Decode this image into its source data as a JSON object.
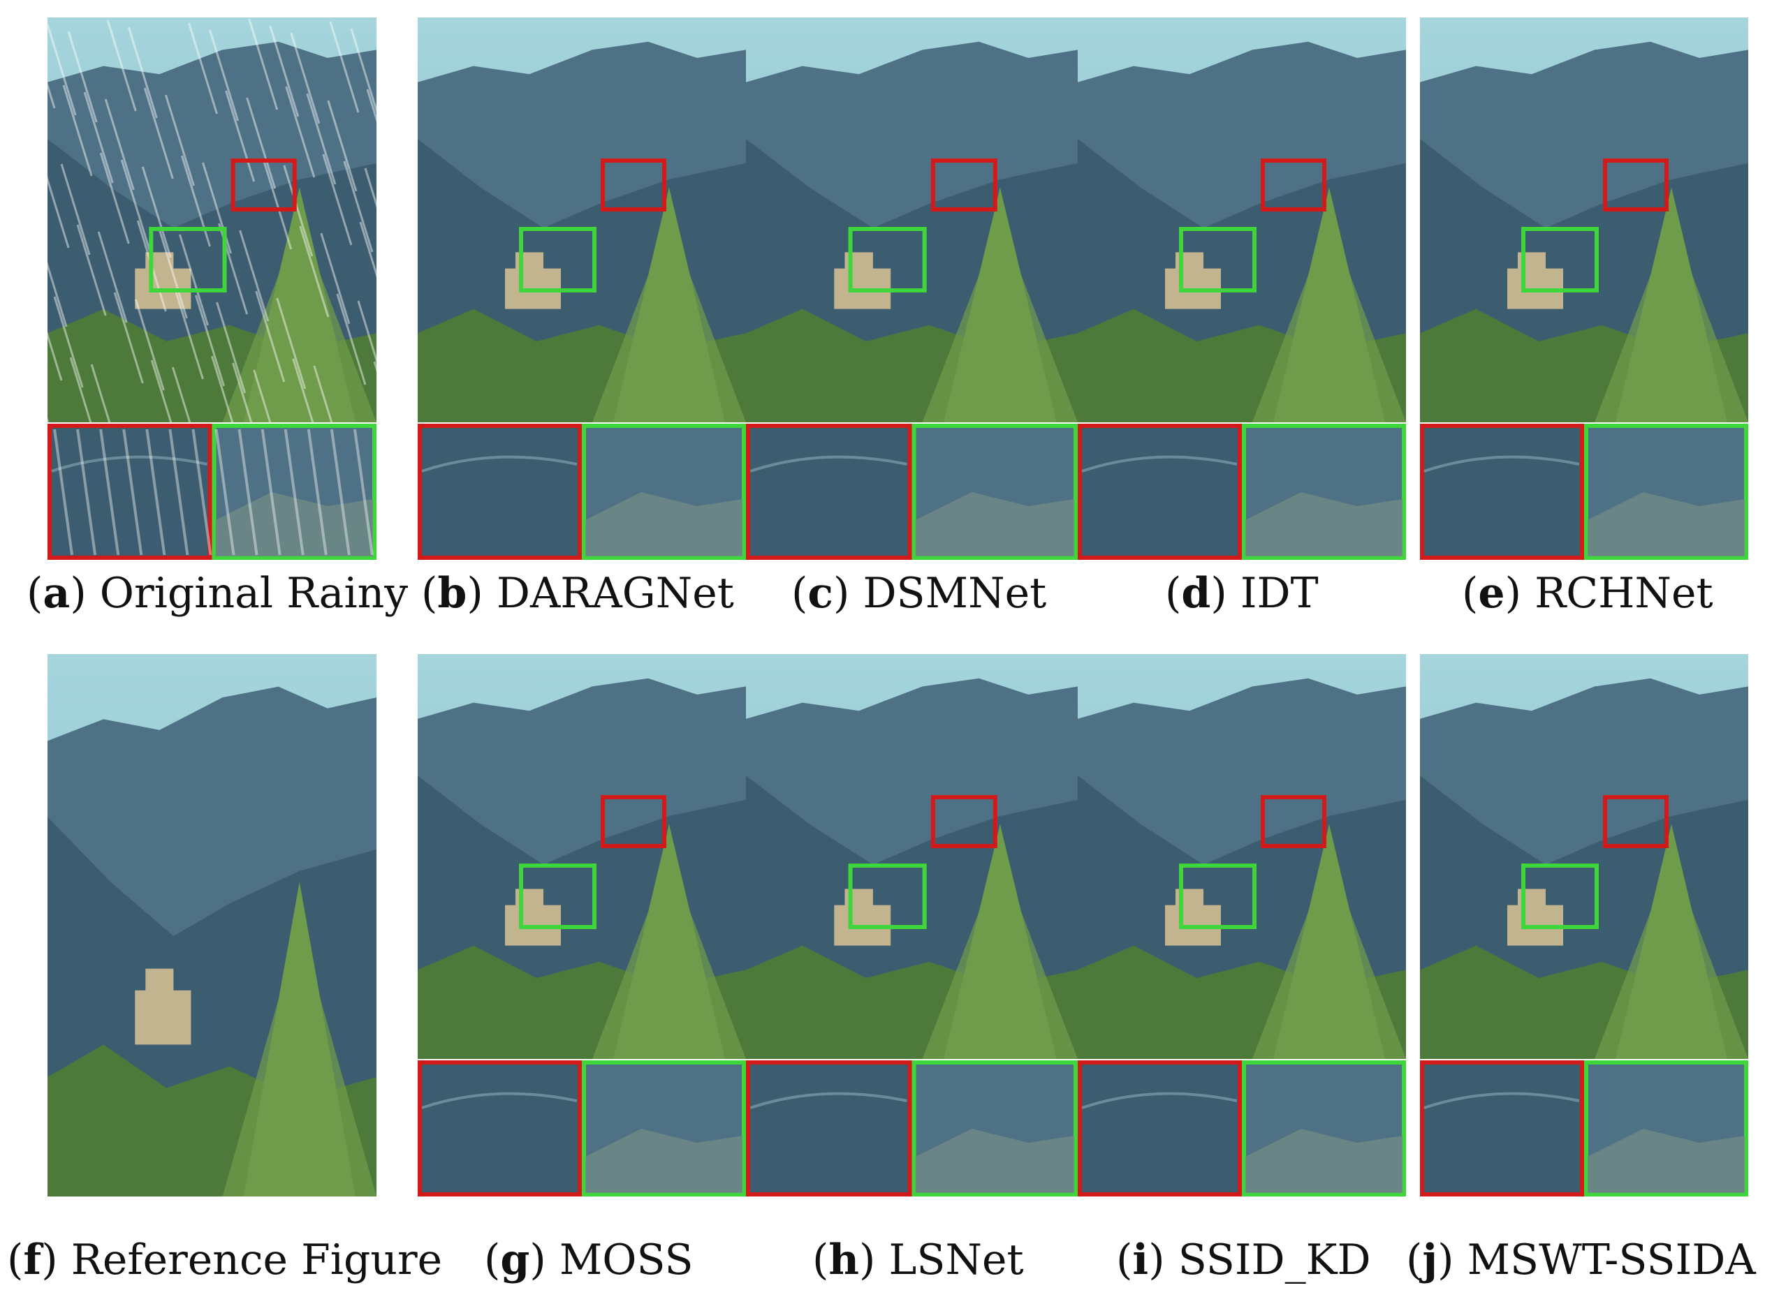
{
  "colors": {
    "sky_top": "#a6d5dc",
    "sky_bottom": "#7fb9c8",
    "mountain_far": "#4f7185",
    "mountain_near": "#3c5d6f",
    "vegetation": "#4d7a3a",
    "tree": "#6f9c4a",
    "building": "#c2b48e",
    "zoom_red": "#d21a1a",
    "zoom_green": "#3ed63a"
  },
  "panels": [
    {
      "id": "a",
      "label": "a",
      "name": "Original Rainy",
      "rain": true,
      "zoom": true
    },
    {
      "id": "b",
      "label": "b",
      "name": "DARAGNet",
      "rain": false,
      "zoom": true
    },
    {
      "id": "c",
      "label": "c",
      "name": "DSMNet",
      "rain": false,
      "zoom": true
    },
    {
      "id": "d",
      "label": "d",
      "name": "IDT",
      "rain": false,
      "zoom": true
    },
    {
      "id": "e",
      "label": "e",
      "name": "RCHNet",
      "rain": false,
      "zoom": true
    },
    {
      "id": "f",
      "label": "f",
      "name": "Reference Figure",
      "rain": false,
      "zoom": false
    },
    {
      "id": "g",
      "label": "g",
      "name": "MOSS",
      "rain": false,
      "zoom": true
    },
    {
      "id": "h",
      "label": "h",
      "name": "LSNet",
      "rain": false,
      "zoom": true
    },
    {
      "id": "i",
      "label": "i",
      "name": "SSID_KD",
      "rain": false,
      "zoom": true
    },
    {
      "id": "j",
      "label": "j",
      "name": "MSWT-SSIDA",
      "rain": false,
      "zoom": true
    }
  ]
}
